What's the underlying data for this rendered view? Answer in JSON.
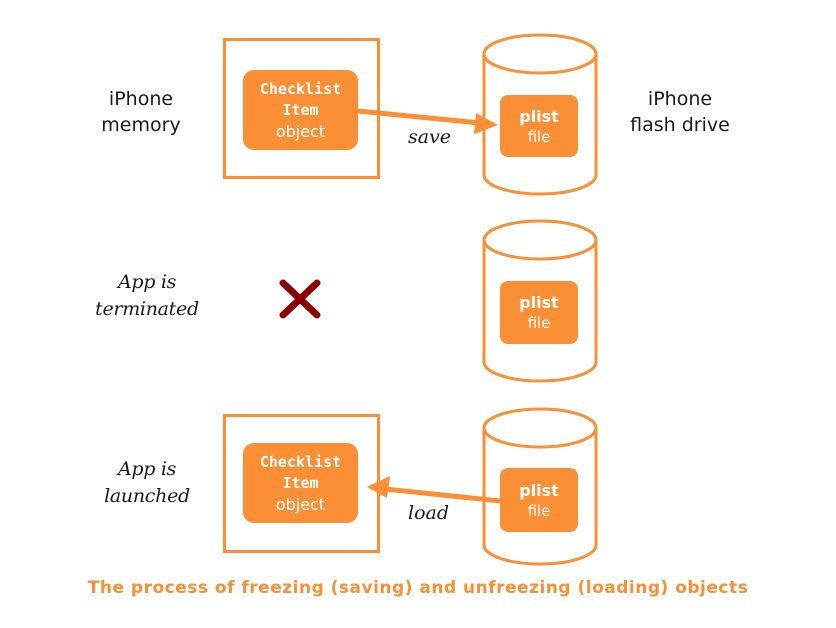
{
  "colors": {
    "accent": "#fb8f35",
    "text": "#1a1a1a",
    "cross": "#8b0000",
    "background": "#ffffff"
  },
  "labels": {
    "memory": [
      "iPhone",
      "memory"
    ],
    "flash": [
      "iPhone",
      "flash drive"
    ],
    "terminated": [
      "App is",
      "terminated"
    ],
    "launched": [
      "App is",
      "launched"
    ]
  },
  "object_box": {
    "line1": "Checklist",
    "line2": "Item",
    "line3": "object"
  },
  "plist_box": {
    "line1": "plist",
    "line2": "file"
  },
  "arrows": {
    "save": "save",
    "load": "load"
  },
  "icons": {
    "terminated": "cross-icon"
  },
  "caption": "The process of freezing (saving) and unfreezing (loading) objects"
}
